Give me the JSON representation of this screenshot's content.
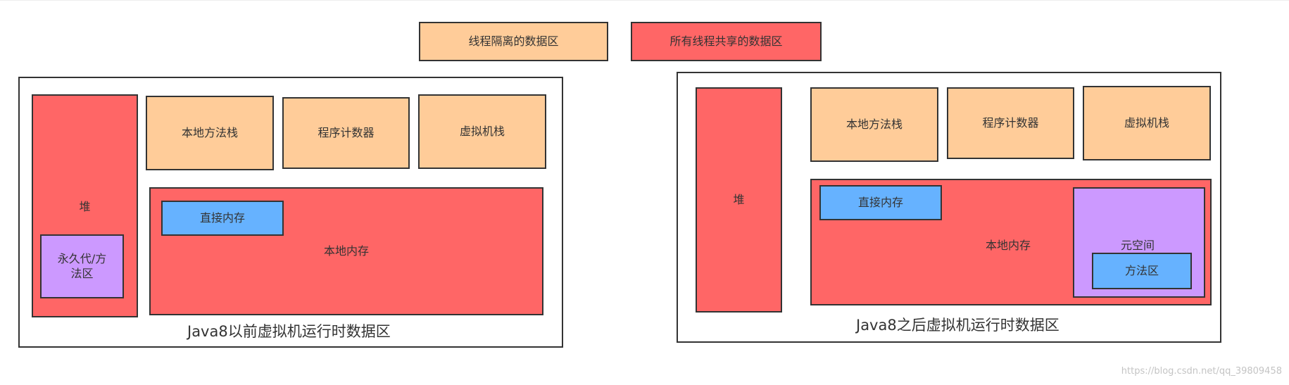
{
  "legend": {
    "thread_private": "线程隔离的数据区",
    "thread_shared": "所有线程共享的数据区"
  },
  "before": {
    "caption": "Java8以前虚拟机运行时数据区",
    "heap": "堆",
    "permgen": "永久代/方\n法区",
    "native_stack": "本地方法栈",
    "pc_register": "程序计数器",
    "vm_stack": "虚拟机栈",
    "native_memory": "本地内存",
    "direct_memory": "直接内存"
  },
  "after": {
    "caption": "Java8之后虚拟机运行时数据区",
    "heap": "堆",
    "native_stack": "本地方法栈",
    "pc_register": "程序计数器",
    "vm_stack": "虚拟机栈",
    "native_memory": "本地内存",
    "direct_memory": "直接内存",
    "metaspace": "元空间",
    "method_area": "方法区"
  },
  "watermark": "https://blog.csdn.net/qq_39809458",
  "colors": {
    "thread_private": "#FFCC99",
    "thread_shared": "#FF6666",
    "permgen_metaspace": "#CC99FF",
    "direct_memory": "#66B2FF",
    "border": "#333333"
  }
}
